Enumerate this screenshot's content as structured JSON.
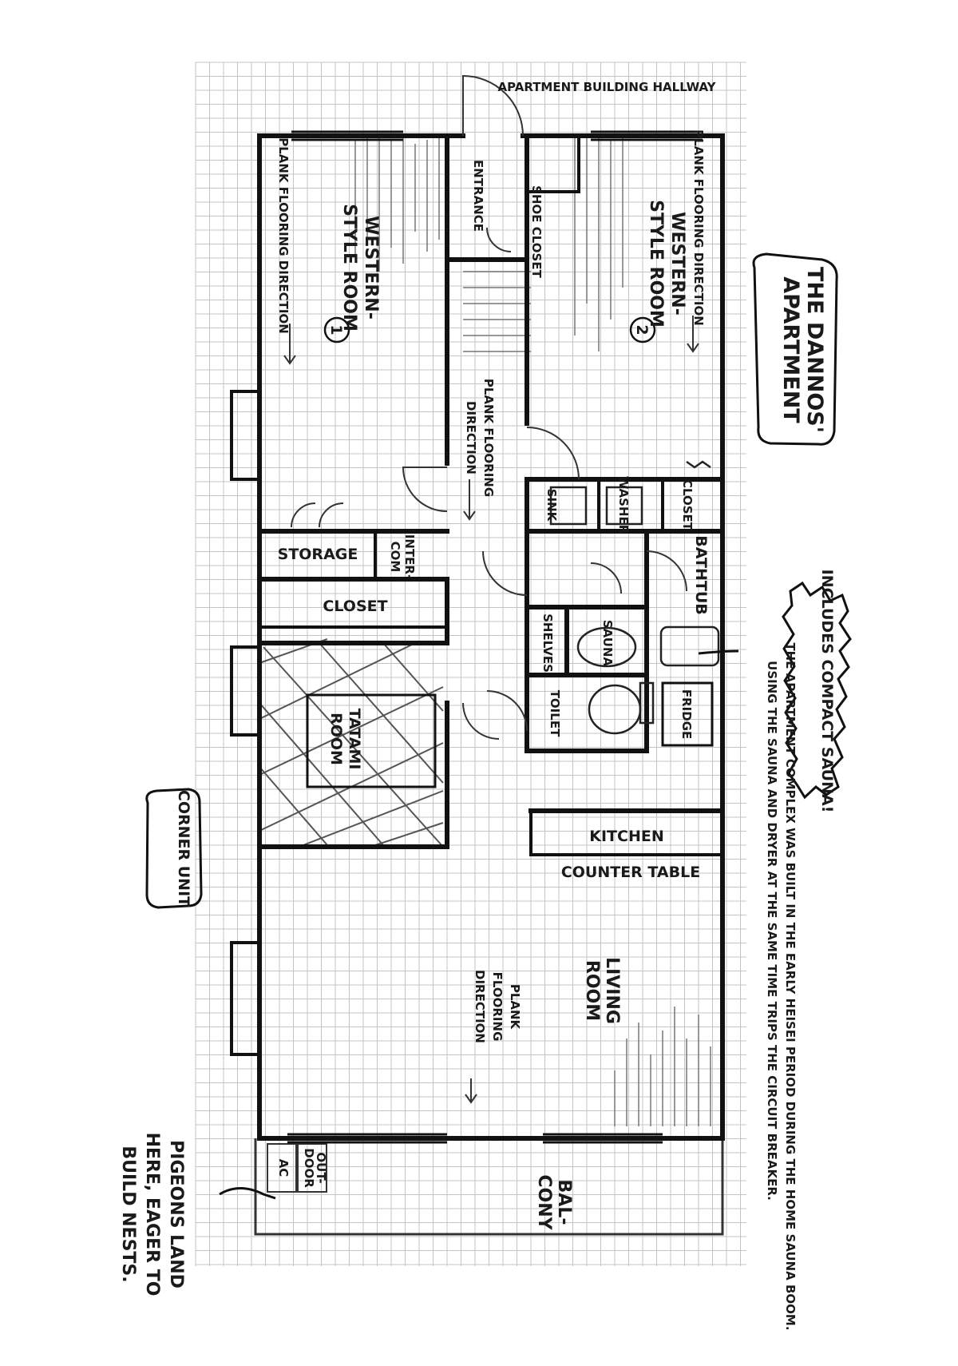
{
  "plan": {
    "title": [
      "THE DANNOS'",
      "APARTMENT"
    ],
    "hallway": "APARTMENT BUILDING HALLWAY",
    "rooms": {
      "western_room_1": [
        "WESTERN-",
        "STYLE ROOM"
      ],
      "western_room_1_number": "1",
      "western_room_2": [
        "WESTERN-",
        "STYLE ROOM"
      ],
      "western_room_2_number": "2",
      "entrance": "ENTRANCE",
      "shoe_closet": "SHOE CLOSET",
      "sink": "SINK",
      "washer": "WASHER",
      "closet_right": "CLOSET",
      "bathtub": "BATHTUB",
      "sauna": "SAUNA",
      "shelves": "SHELVES",
      "toilet": "TOILET",
      "fridge": "FRIDGE",
      "storage": "STORAGE",
      "intercom": [
        "INTER-",
        "COM"
      ],
      "closet_left": "CLOSET",
      "tatami": [
        "TATAMI",
        "ROOM"
      ],
      "kitchen": "KITCHEN",
      "counter_table": "COUNTER TABLE",
      "living": [
        "LIVING",
        "ROOM"
      ],
      "outdoor_ac": [
        "OUT-",
        "DOOR",
        "AC"
      ],
      "balcony": [
        "BAL-",
        "CONY"
      ]
    },
    "flooring": {
      "room_1": "PLANK FLOORING DIRECTION",
      "room_2": "PLANK FLOORING DIRECTION",
      "hall": [
        "PLANK FLOORING",
        "DIRECTION"
      ],
      "living": [
        "PLANK",
        "FLOORING",
        "DIRECTION"
      ]
    },
    "notes": {
      "sauna_title": "INCLUDES COMPACT SAUNA!",
      "sauna_lines": [
        "THE APARTMENT COMPLEX WAS BUILT IN THE EARLY HEISEI PERIOD DURING THE HOME SAUNA BOOM.",
        "USING THE SAUNA AND DRYER AT THE SAME TIME TRIPS THE CIRCUIT BREAKER."
      ],
      "corner_unit": "CORNER UNIT",
      "pigeons": [
        "PIGEONS LAND",
        "HERE, EAGER TO",
        "BUILD NESTS."
      ]
    }
  }
}
